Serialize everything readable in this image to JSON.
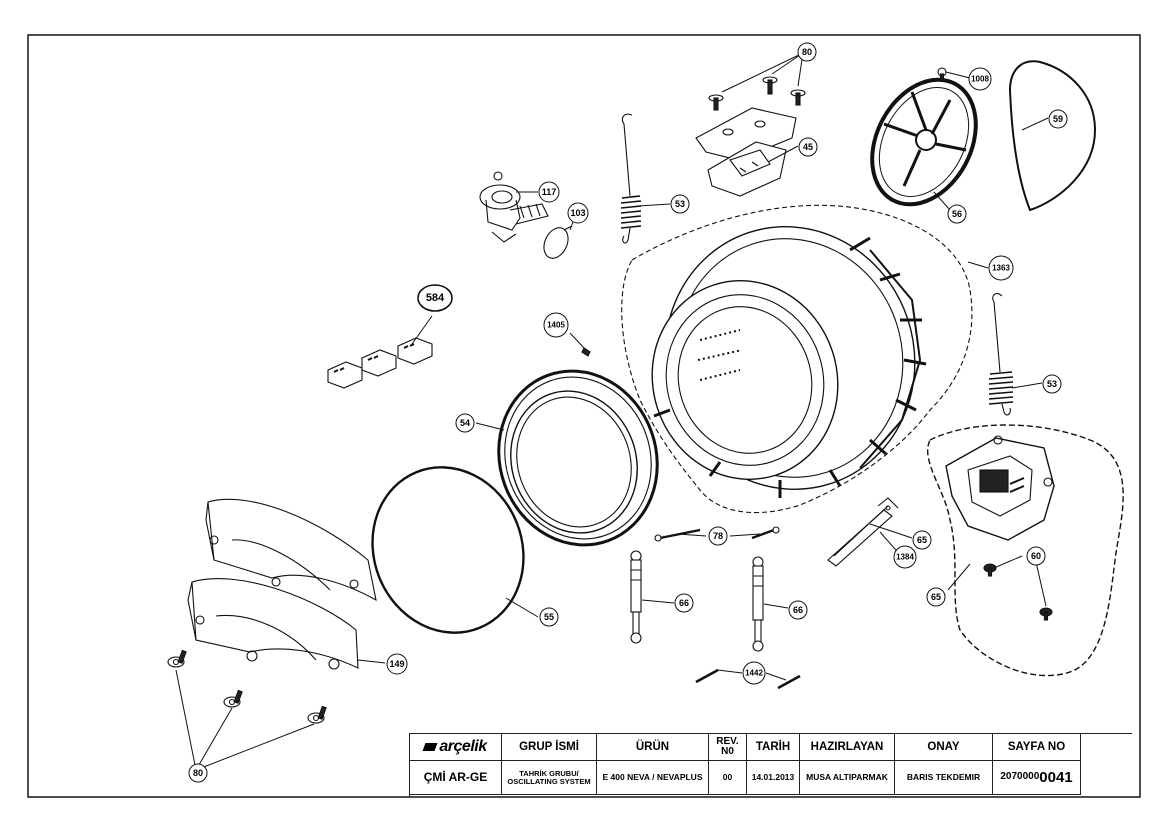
{
  "callouts": {
    "c80_top": "80",
    "c1008": "1008",
    "c59": "59",
    "c45": "45",
    "c56": "56",
    "c117": "117",
    "c103": "103",
    "c53_top": "53",
    "c1363": "1363",
    "c584": "584",
    "c1405": "1405",
    "c53_right": "53",
    "c54": "54",
    "c78": "78",
    "c65_a": "65",
    "c1384": "1384",
    "c60": "60",
    "c65_b": "65",
    "c55": "55",
    "c66_a": "66",
    "c66_b": "66",
    "c149": "149",
    "c1442": "1442",
    "c80_bottom": "80"
  },
  "title_block": {
    "brand": "arçelik",
    "headers": {
      "grup_ismi": "GRUP İSMİ",
      "urun": "ÜRÜN",
      "rev_no": "REV. N0",
      "tarih": "TARİH",
      "hazirlayan": "HAZIRLAYAN",
      "onay": "ONAY",
      "sayfa_no": "SAYFA NO"
    },
    "values": {
      "department": "ÇMİ AR-GE",
      "grup_ismi": "TAHRİK GRUBU/ OSCILLATING SYSTEM",
      "urun": "E 400 NEVA / NEVAPLUS",
      "rev_no": "00",
      "tarih": "14.01.2013",
      "hazirlayan": "MUSA ALTIPARMAK",
      "onay": "BARIS TEKDEMIR",
      "sayfa_prefix": "2070000",
      "sayfa_suffix": "0041"
    }
  }
}
